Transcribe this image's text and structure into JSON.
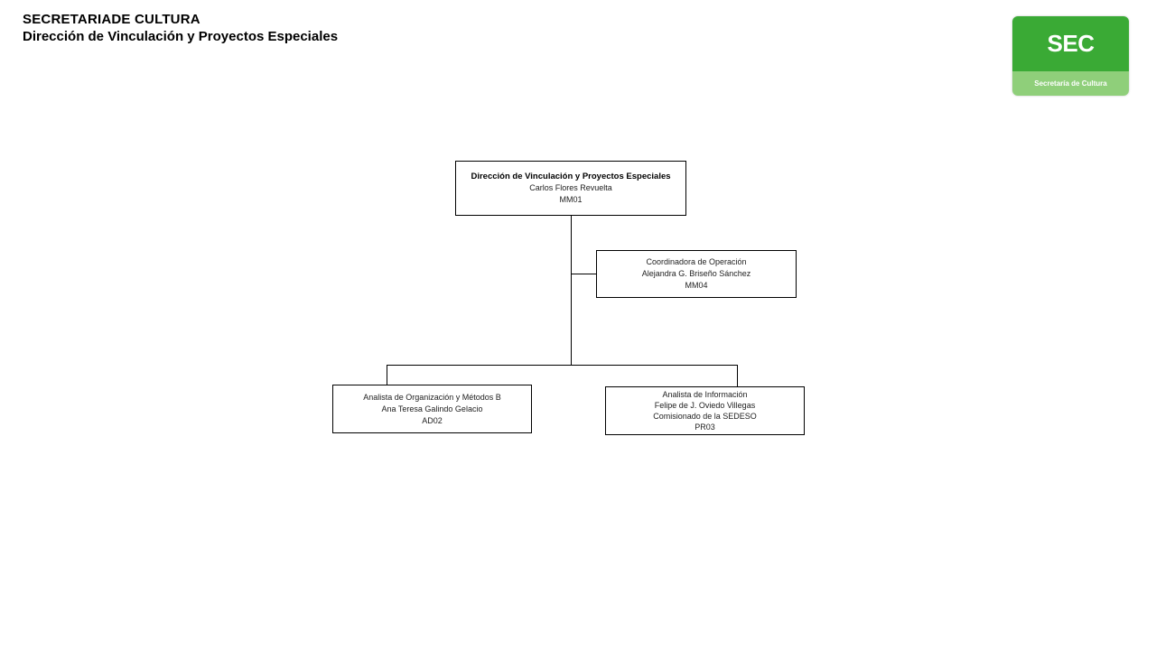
{
  "header": {
    "organization": "SECRETARIADE CULTURA",
    "department": "Dirección de Vinculación y Proyectos Especiales"
  },
  "logo": {
    "text": "SEC",
    "subtitle": "Secretaría de Cultura",
    "colors": {
      "primary": "#3aaa35",
      "secondary": "#8fcf7a"
    }
  },
  "chart": {
    "director": {
      "title": "Dirección  de  Vinculación  y Proyectos  Especiales",
      "name": "Carlos Flores Revuelta",
      "code": "MM01"
    },
    "coordinator": {
      "title": "Coordinadora de Operación",
      "name": "Alejandra G.  Briseño Sánchez",
      "code": "MM04"
    },
    "analyst_left": {
      "title": "Analista de Organización y Métodos B",
      "name": "Ana Teresa  Galindo Gelacio",
      "code": "AD02"
    },
    "analyst_right": {
      "title": "Analista de Información",
      "name": "Felipe de J. Oviedo Villegas",
      "note": "Comisionado de la SEDESO",
      "code": "PR03"
    }
  }
}
